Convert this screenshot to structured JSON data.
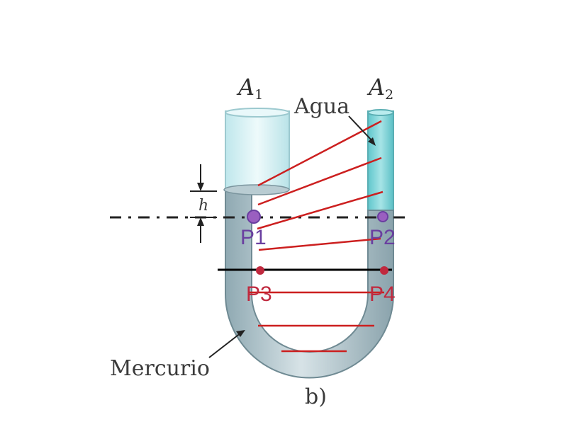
{
  "labels": {
    "tube_left": "A",
    "tube_left_sub": "1",
    "tube_right": "A",
    "tube_right_sub": "2",
    "water": "Agua",
    "height": "h",
    "mercury": "Mercurio",
    "figure_caption": "b)"
  },
  "points": [
    {
      "id": "P1",
      "label": "P1",
      "color": "#6a3fa0"
    },
    {
      "id": "P2",
      "label": "P2",
      "color": "#6a3fa0"
    },
    {
      "id": "P3",
      "label": "P3",
      "color": "#c0293e"
    },
    {
      "id": "P4",
      "label": "P4",
      "color": "#c0293e"
    }
  ],
  "colors": {
    "water_light": "#d7f1f4",
    "water_dark": "#72d0d4",
    "mercury": "#b3c6cd",
    "mercury_edge": "#6f8a93",
    "annotation_lines": "#cc1f1f",
    "reference_line": "#000000"
  }
}
